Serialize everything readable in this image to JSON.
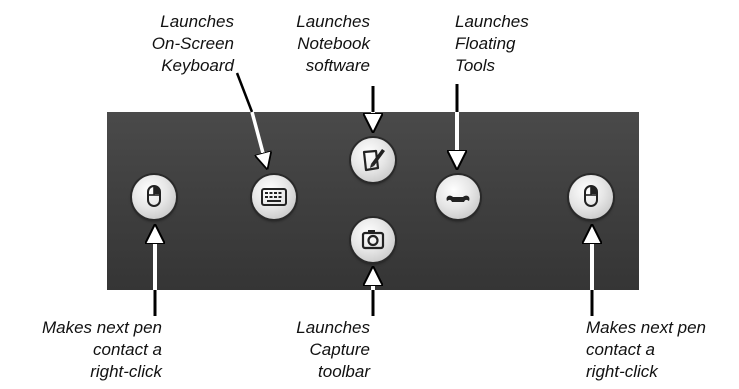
{
  "labels": {
    "keyboard": [
      "Launches",
      "On-Screen",
      "Keyboard"
    ],
    "notebook": [
      "Launches",
      "Notebook",
      "software"
    ],
    "floating": [
      "Launches",
      "Floating",
      "Tools"
    ],
    "left_mouse": [
      "Makes next pen",
      "contact a",
      "right-click"
    ],
    "capture": [
      "Launches",
      "Capture",
      "toolbar"
    ],
    "right_mouse": [
      "Makes next pen",
      "contact a",
      "right-click"
    ]
  },
  "buttons": [
    {
      "id": "right-click-left",
      "icon": "mouse-icon"
    },
    {
      "id": "keyboard",
      "icon": "keyboard-icon"
    },
    {
      "id": "notebook",
      "icon": "notebook-pencil-icon"
    },
    {
      "id": "capture",
      "icon": "camera-icon"
    },
    {
      "id": "floating-tools",
      "icon": "wrench-icon"
    },
    {
      "id": "right-click-right",
      "icon": "mouse-icon"
    }
  ],
  "colors": {
    "panel": "#3e3e3e",
    "button": "#e6e6e6",
    "text": "#111111"
  }
}
